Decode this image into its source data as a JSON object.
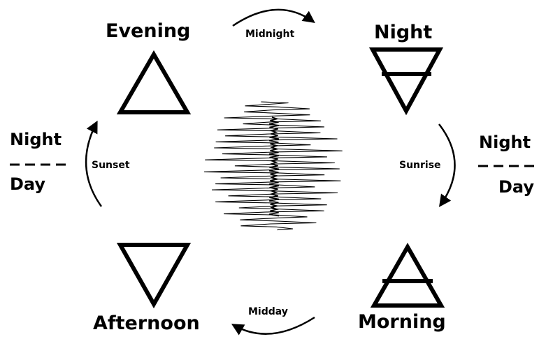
{
  "phases": {
    "evening": "Evening",
    "night": "Night",
    "morning": "Morning",
    "afternoon": "Afternoon"
  },
  "transitions": {
    "midnight": "Midnight",
    "sunrise": "Sunrise",
    "midday": "Midday",
    "sunset": "Sunset"
  },
  "left_divider": {
    "top": "Night",
    "bottom": "Day"
  },
  "right_divider": {
    "top": "Night",
    "bottom": "Day"
  },
  "colors": {
    "ink": "#000000",
    "background": "#ffffff"
  },
  "icons": {
    "evening": "upward-triangle-icon",
    "night": "downward-triangle-with-bar-icon",
    "morning": "upward-triangle-with-bar-icon",
    "afternoon": "downward-triangle-icon",
    "center": "spiral-scribble-sphere-icon"
  }
}
